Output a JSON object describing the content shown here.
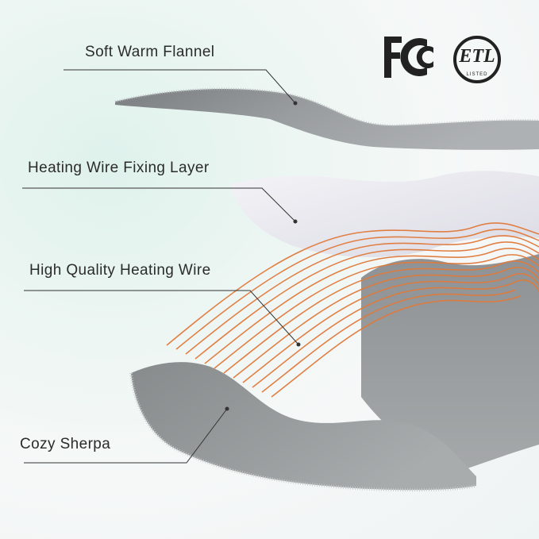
{
  "layers": [
    {
      "label": "Soft Warm Flannel"
    },
    {
      "label": "Heating Wire Fixing Layer"
    },
    {
      "label": "High Quality Heating Wire"
    },
    {
      "label": "Cozy Sherpa"
    }
  ],
  "certifications": {
    "fcc": {
      "icon": "fcc-logo-icon",
      "text": "FC"
    },
    "etl": {
      "icon": "etl-listed-logo-icon",
      "text": "ETL",
      "sub": "LISTED"
    }
  },
  "colors": {
    "flannel": "#8f9294",
    "fixing_layer": "#e8e7ef",
    "wire": "#e07a3c",
    "sherpa": "#8d9192",
    "leader_line": "#333333"
  }
}
